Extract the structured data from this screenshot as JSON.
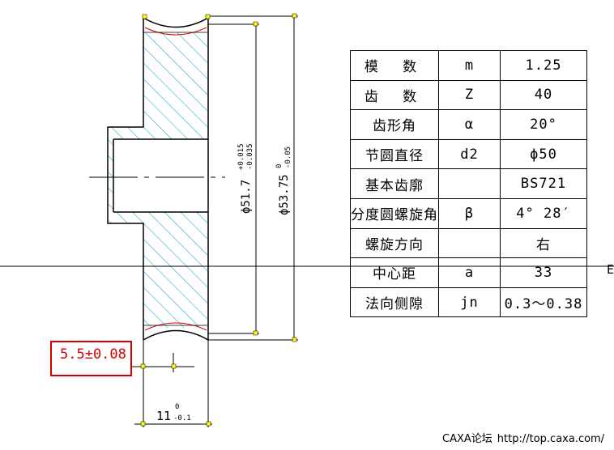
{
  "drawing": {
    "dim_outer_dia": "ϕ53.75",
    "dim_outer_tol_upper": "0",
    "dim_outer_tol_lower": "-0.05",
    "dim_root_dia": "ϕ51.7",
    "dim_root_tol_upper": "+0.015",
    "dim_root_tol_lower": "-0.035",
    "dim_width": "11",
    "dim_width_tol_upper": "0",
    "dim_width_tol_lower": "-0.1",
    "tolerance_note": "5.5±0.08",
    "edge_label": "E",
    "hatch_color": "#00a0c8",
    "outline_color": "#000000",
    "tip_arc_color": "#d40000",
    "marker_color": "#ffff00"
  },
  "table": {
    "rows": [
      {
        "name": "模 数",
        "symbol": "m",
        "value": "1.25"
      },
      {
        "name": "齿 数",
        "symbol": "Z",
        "value": "40"
      },
      {
        "name": "齿形角",
        "symbol": "α",
        "value": "20°"
      },
      {
        "name": "节圆直径",
        "symbol": "d2",
        "value": "ϕ50"
      },
      {
        "name": "基本齿廓",
        "symbol": "",
        "value": "BS721"
      },
      {
        "name": "分度圆螺旋角",
        "symbol": "β",
        "value": "4° 28′"
      },
      {
        "name": "螺旋方向",
        "symbol": "",
        "value": "右"
      },
      {
        "name": "中心距",
        "symbol": "a",
        "value": "33"
      },
      {
        "name": "法向侧隙",
        "symbol": "jn",
        "value": "0.3～0.38"
      }
    ]
  },
  "footer": {
    "site_name": "CAXA论坛",
    "site_url": "http://top.caxa.com/"
  }
}
